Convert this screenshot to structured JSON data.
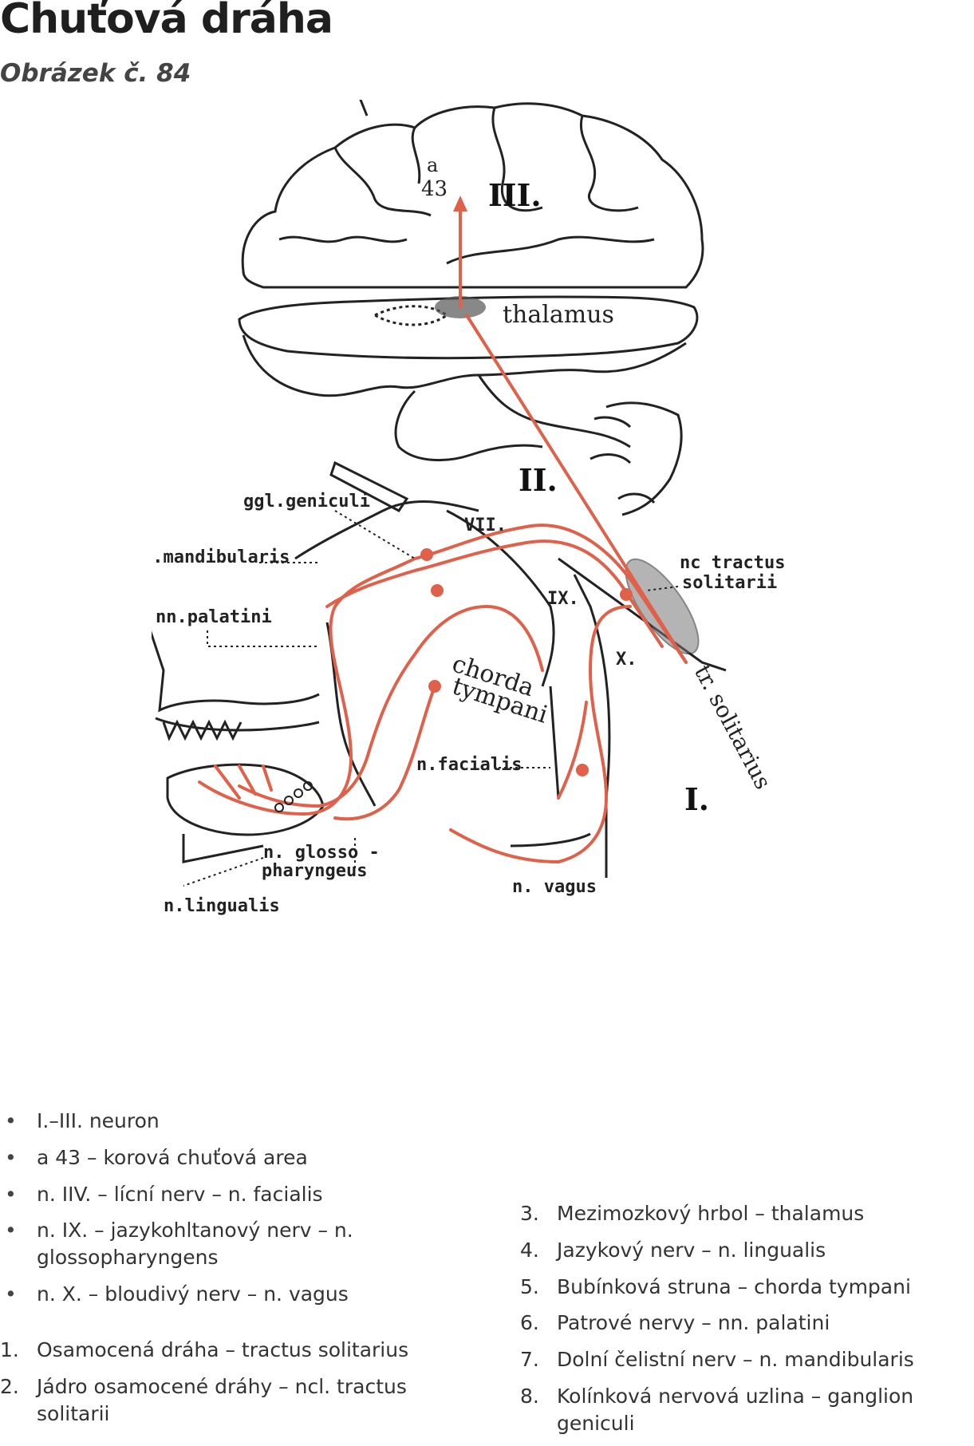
{
  "title": "Chuťová dráha",
  "subtitle": "Obrázek č. 84",
  "diagram": {
    "labels": {
      "a": "a",
      "area43": "43",
      "neuron3": "III.",
      "neuron2": "II.",
      "neuron1": "I.",
      "thalamus": "thalamus",
      "ggl_geniculi": "ggl.geniculi",
      "vii": "VII.",
      "n_mandibularis": "n.mandibularis",
      "nn_palatini": "nn.palatini",
      "nc_tractus": "nc tractus",
      "solitarii": "solitarii",
      "ix": "IX.",
      "x": "X.",
      "chorda": "chorda",
      "tympani": "tympani",
      "tr_solitarius": "tr. solitarius",
      "n_facialis": "n.facialis",
      "n_glosso": "n. glosso -",
      "pharyngeus": "pharyngeus",
      "n_lingualis": "n.lingualis",
      "n_vagus": "n. vagus"
    }
  },
  "legend": {
    "bullets": [
      "I.–III. neuron",
      "a 43 – korová chuťová area",
      "n. IIV. – lícní nerv – n. facialis",
      "n. IX. – jazykohltanový nerv – n. glossopharyngens",
      "n. X. – bloudivý nerv – n. vagus"
    ],
    "numbered_left": [
      {
        "num": "1.",
        "text": "Osamocená dráha – tractus solitarius"
      },
      {
        "num": "2.",
        "text": "Jádro osamocené dráhy – ncl. tractus solitarii"
      }
    ],
    "numbered_right": [
      {
        "num": "3.",
        "text": "Mezimozkový hrbol – thalamus"
      },
      {
        "num": "4.",
        "text": "Jazykový nerv – n. lingualis"
      },
      {
        "num": "5.",
        "text": "Bubínková struna – chorda tympani"
      },
      {
        "num": "6.",
        "text": "Patrové nervy – nn. palatini"
      },
      {
        "num": "7.",
        "text": "Dolní čelistní nerv – n. mandibularis"
      },
      {
        "num": "8.",
        "text": "Kolínková nervová uzlina – ganglion geniculi"
      }
    ]
  },
  "colors": {
    "pathway": "#e0604a",
    "outline": "#222222"
  }
}
